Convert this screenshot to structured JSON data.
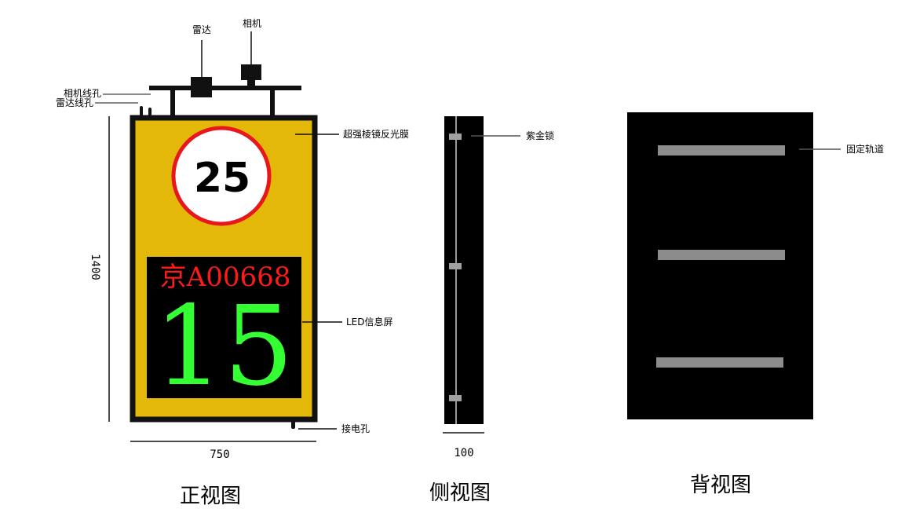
{
  "front_view": {
    "title": "正视图",
    "labels": {
      "radar": "雷达",
      "camera": "相机",
      "camera_hole": "相机线孔",
      "radar_hole": "雷达线孔",
      "reflective_film": "超强棱镜反光膜",
      "led_screen": "LED信息屏",
      "power_hole": "接电孔"
    },
    "speed_limit": "25",
    "plate_number": "京A00668",
    "led_speed": "15",
    "height_dim": "1400",
    "width_dim": "750"
  },
  "side_view": {
    "title": "侧视图",
    "labels": {
      "lock": "紫金锁"
    },
    "width_dim": "100"
  },
  "back_view": {
    "title": "背视图",
    "labels": {
      "rail": "固定轨道"
    }
  },
  "colors": {
    "panel_yellow": "#e3b808",
    "frame": "#111111",
    "sign_red": "#e8161d",
    "plate_red": "#ff1a1a",
    "led_green": "#33ff33",
    "rail_gray": "#8c8c8c"
  }
}
